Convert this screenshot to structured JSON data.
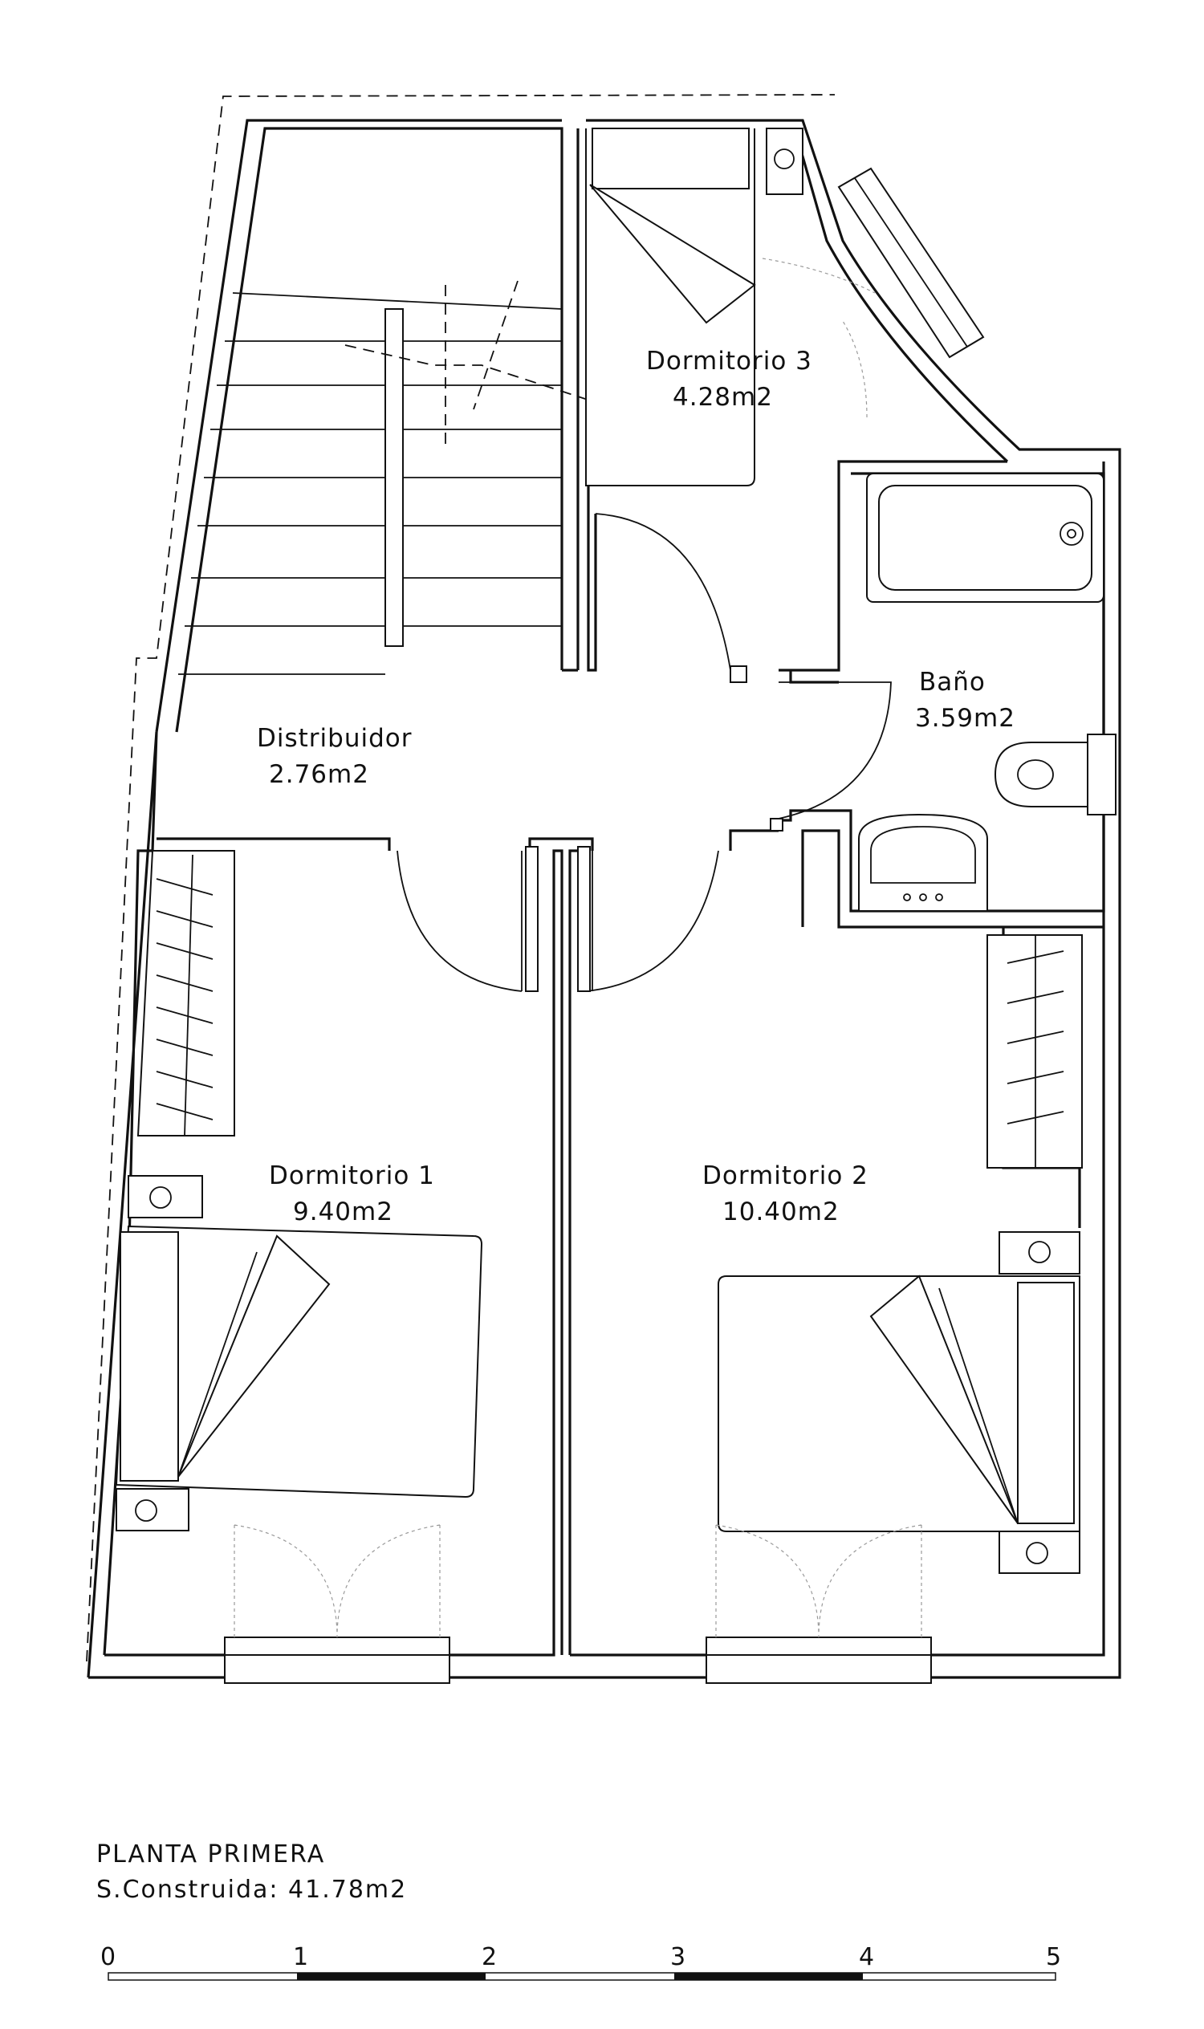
{
  "rooms": [
    {
      "name": "Dormitorio 3",
      "area": "4.28m2"
    },
    {
      "name": "Baño",
      "area": "3.59m2"
    },
    {
      "name": "Distribuidor",
      "area": "2.76m2"
    },
    {
      "name": "Dormitorio 1",
      "area": "9.40m2"
    },
    {
      "name": "Dormitorio 2",
      "area": "10.40m2"
    }
  ],
  "plan": {
    "title": "PLANTA PRIMERA",
    "surface": "S.Construida:  41.78m2"
  },
  "scale_bar": {
    "ticks": [
      "0",
      "1",
      "2",
      "3",
      "4",
      "5"
    ]
  }
}
